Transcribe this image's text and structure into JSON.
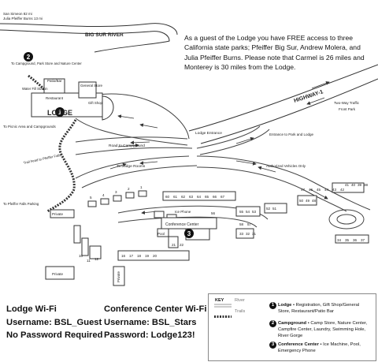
{
  "intro": "As a guest of the Lodge you have FREE access to three California state parks; Pfeiffer Big Sur, Andrew Molera, and Julia Pfeiffer Burns. Please note that Carmel is 26 miles and Monterey is 30 miles from the Lodge.",
  "labels": {
    "sanSimeon": "San Simeon 82 mi",
    "juliaBurns": "Julia Pfeiffer Burns 13 mi",
    "river": "BIG SUR RIVER",
    "highway": "HIGHWAY-1",
    "twoWay": "Two-Way Traffic",
    "frontPark": "Front Park",
    "toCampground": "To Campground, Park Store and Nature Center",
    "patioBar": "Patio/Bar",
    "restaurant": "Restaurant",
    "generalStore": "General Store",
    "giftShop": "Gift Shop",
    "waterFill": "Water Fill Station",
    "lodge": "LODGE",
    "toPicnic": "To Picnic Area and Campgrounds",
    "trailToFalls": "Trail head to Pfeiffer Falls",
    "toFallsParking": "To Pfeiffer Falls Parking",
    "roadToCampground": "Road to Campground",
    "toLodgeRooms": "To Lodge Rooms",
    "lodgeEntrance": "Lodge Entrance",
    "entranceParkLodge": "Entrance to Park and Lodge",
    "authorized": "Authorized Vehicles Only",
    "icePhone": "Ice Phone",
    "conferenceCenter": "Conference Center",
    "pool": "Pool",
    "private1": "Private",
    "private2": "Private",
    "private3": "Private"
  },
  "marker_numbers": {
    "m1": "1",
    "m2": "2",
    "m3": "3"
  },
  "rooms": {
    "r5": "5",
    "r4": "4",
    "r3": "3",
    "r2": "2",
    "r1": "1",
    "r60": "60",
    "r61": "61",
    "r62": "62",
    "r63": "63",
    "r64": "64",
    "r65": "65",
    "r66": "66",
    "r67": "67",
    "r56": "56",
    "r55": "55",
    "r54": "54",
    "r53": "53",
    "r52": "52",
    "r51": "51",
    "r50": "50",
    "r49": "49",
    "r48": "48",
    "r47": "47",
    "r46": "46",
    "r45": "45",
    "r44": "44",
    "r43": "43",
    "r42": "42",
    "r41": "41",
    "r40": "40",
    "r39": "39",
    "r38": "38",
    "r58": "58",
    "r57": "57",
    "r33": "33",
    "r32": "32",
    "r31": "31",
    "r16": "16",
    "r17": "17",
    "r18": "18",
    "r19": "19",
    "r20": "20",
    "r21": "21",
    "r22": "22",
    "r34": "34",
    "r35": "35",
    "r36": "36",
    "r37": "37",
    "r10": "10",
    "r11": "11",
    "r12": "12"
  },
  "wifi": {
    "lodge": {
      "title": "Lodge Wi-Fi",
      "username": "Username: BSL_Guest",
      "password": "No Password Required"
    },
    "conference": {
      "title": "Conference Center Wi-Fi",
      "username": "Username: BSL_Stars",
      "password": "Password:  Lodge123!"
    }
  },
  "legend": {
    "key": "KEY",
    "river": "River",
    "trails": "Trails",
    "item1_num": "1",
    "item1_title": "Lodge",
    "item1_text": " • Registration, Gift Shop/General Store, Restaurant/Patio Bar",
    "item2_num": "2",
    "item2_title": "Campground",
    "item2_text": " • Camp Store, Nature Center, Campfire Center, Laundry, Swimming Hole, River Gorge",
    "item3_num": "3",
    "item3_title": "Conference Center",
    "item3_text": " • Ice Machine, Pool, Emergency Phone"
  },
  "colors": {
    "line": "#333333",
    "river": "#999999",
    "marker": "#111111"
  }
}
